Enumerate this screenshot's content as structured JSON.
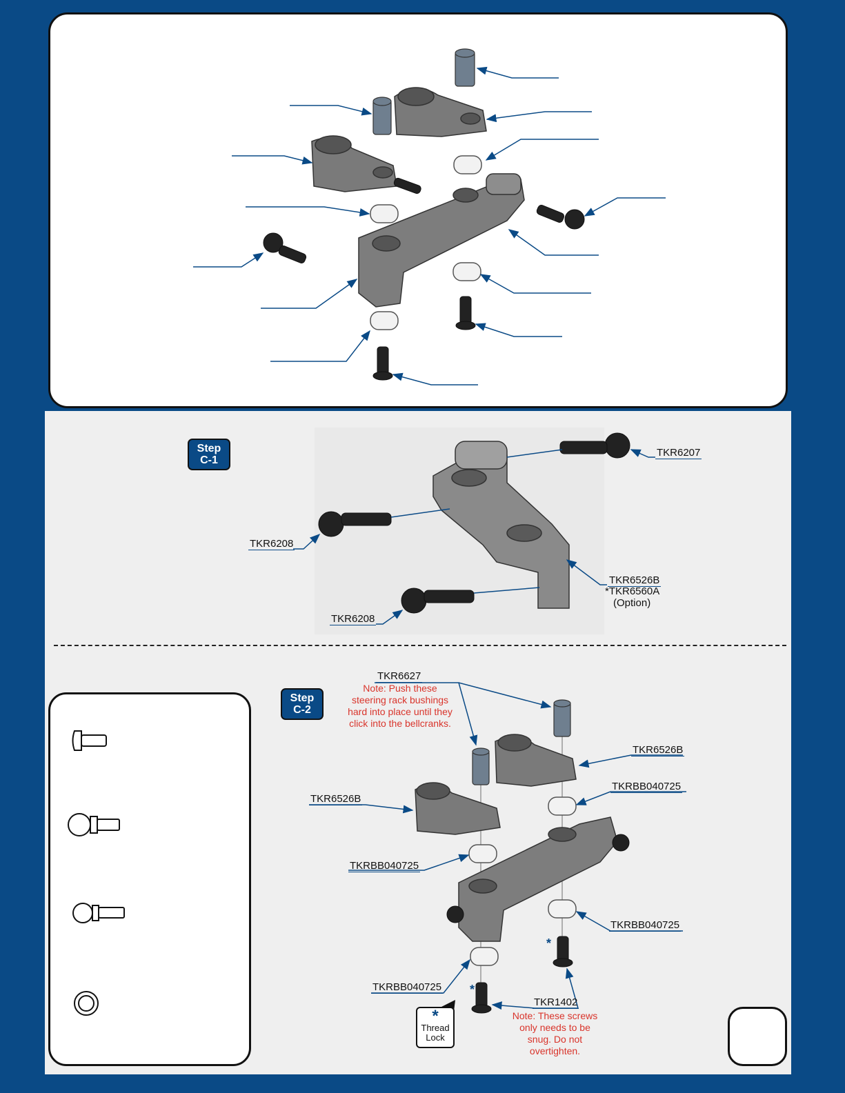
{
  "steps": {
    "c1": {
      "line1": "Step",
      "line2": "C-1"
    },
    "c2": {
      "line1": "Step",
      "line2": "C-2"
    }
  },
  "step_c1_labels": {
    "ballstud_top": "TKR6207",
    "ballstud_left": "TKR6208",
    "arm": "TKR6526B",
    "arm_option_part": "*TKR6560A",
    "arm_option_note": "(Option)",
    "ballstud_bottom": "TKR6208"
  },
  "step_c2_labels": {
    "bushing": "TKR6627",
    "bushing_note": [
      "Note: Push these",
      "steering rack bushings",
      "hard into place until they",
      "click into the bellcranks."
    ],
    "bellcrank_right": "TKR6526B",
    "bearing_upper_right": "TKRBB040725",
    "bellcrank_left": "TKR6526B",
    "bearing_upper_left": "TKRBB040725",
    "bearing_lower_right": "TKRBB040725",
    "bearing_lower_left": "TKRBB040725",
    "screw": "TKR1402",
    "screw_note": [
      "Note: These screws",
      "only needs to be",
      "snug. Do not",
      "overtighten."
    ]
  },
  "thread_lock": {
    "symbol": "*",
    "line1": "Thread",
    "line2": "Lock"
  },
  "asterisk_marker": "*",
  "colors": {
    "brand_blue": "#0a4a86",
    "note_red": "#d9342b",
    "panel_grey": "#efefef"
  },
  "legend_icons": [
    "button-head-screw-icon",
    "ball-stud-large-icon",
    "ball-stud-small-icon",
    "bearing-icon"
  ]
}
